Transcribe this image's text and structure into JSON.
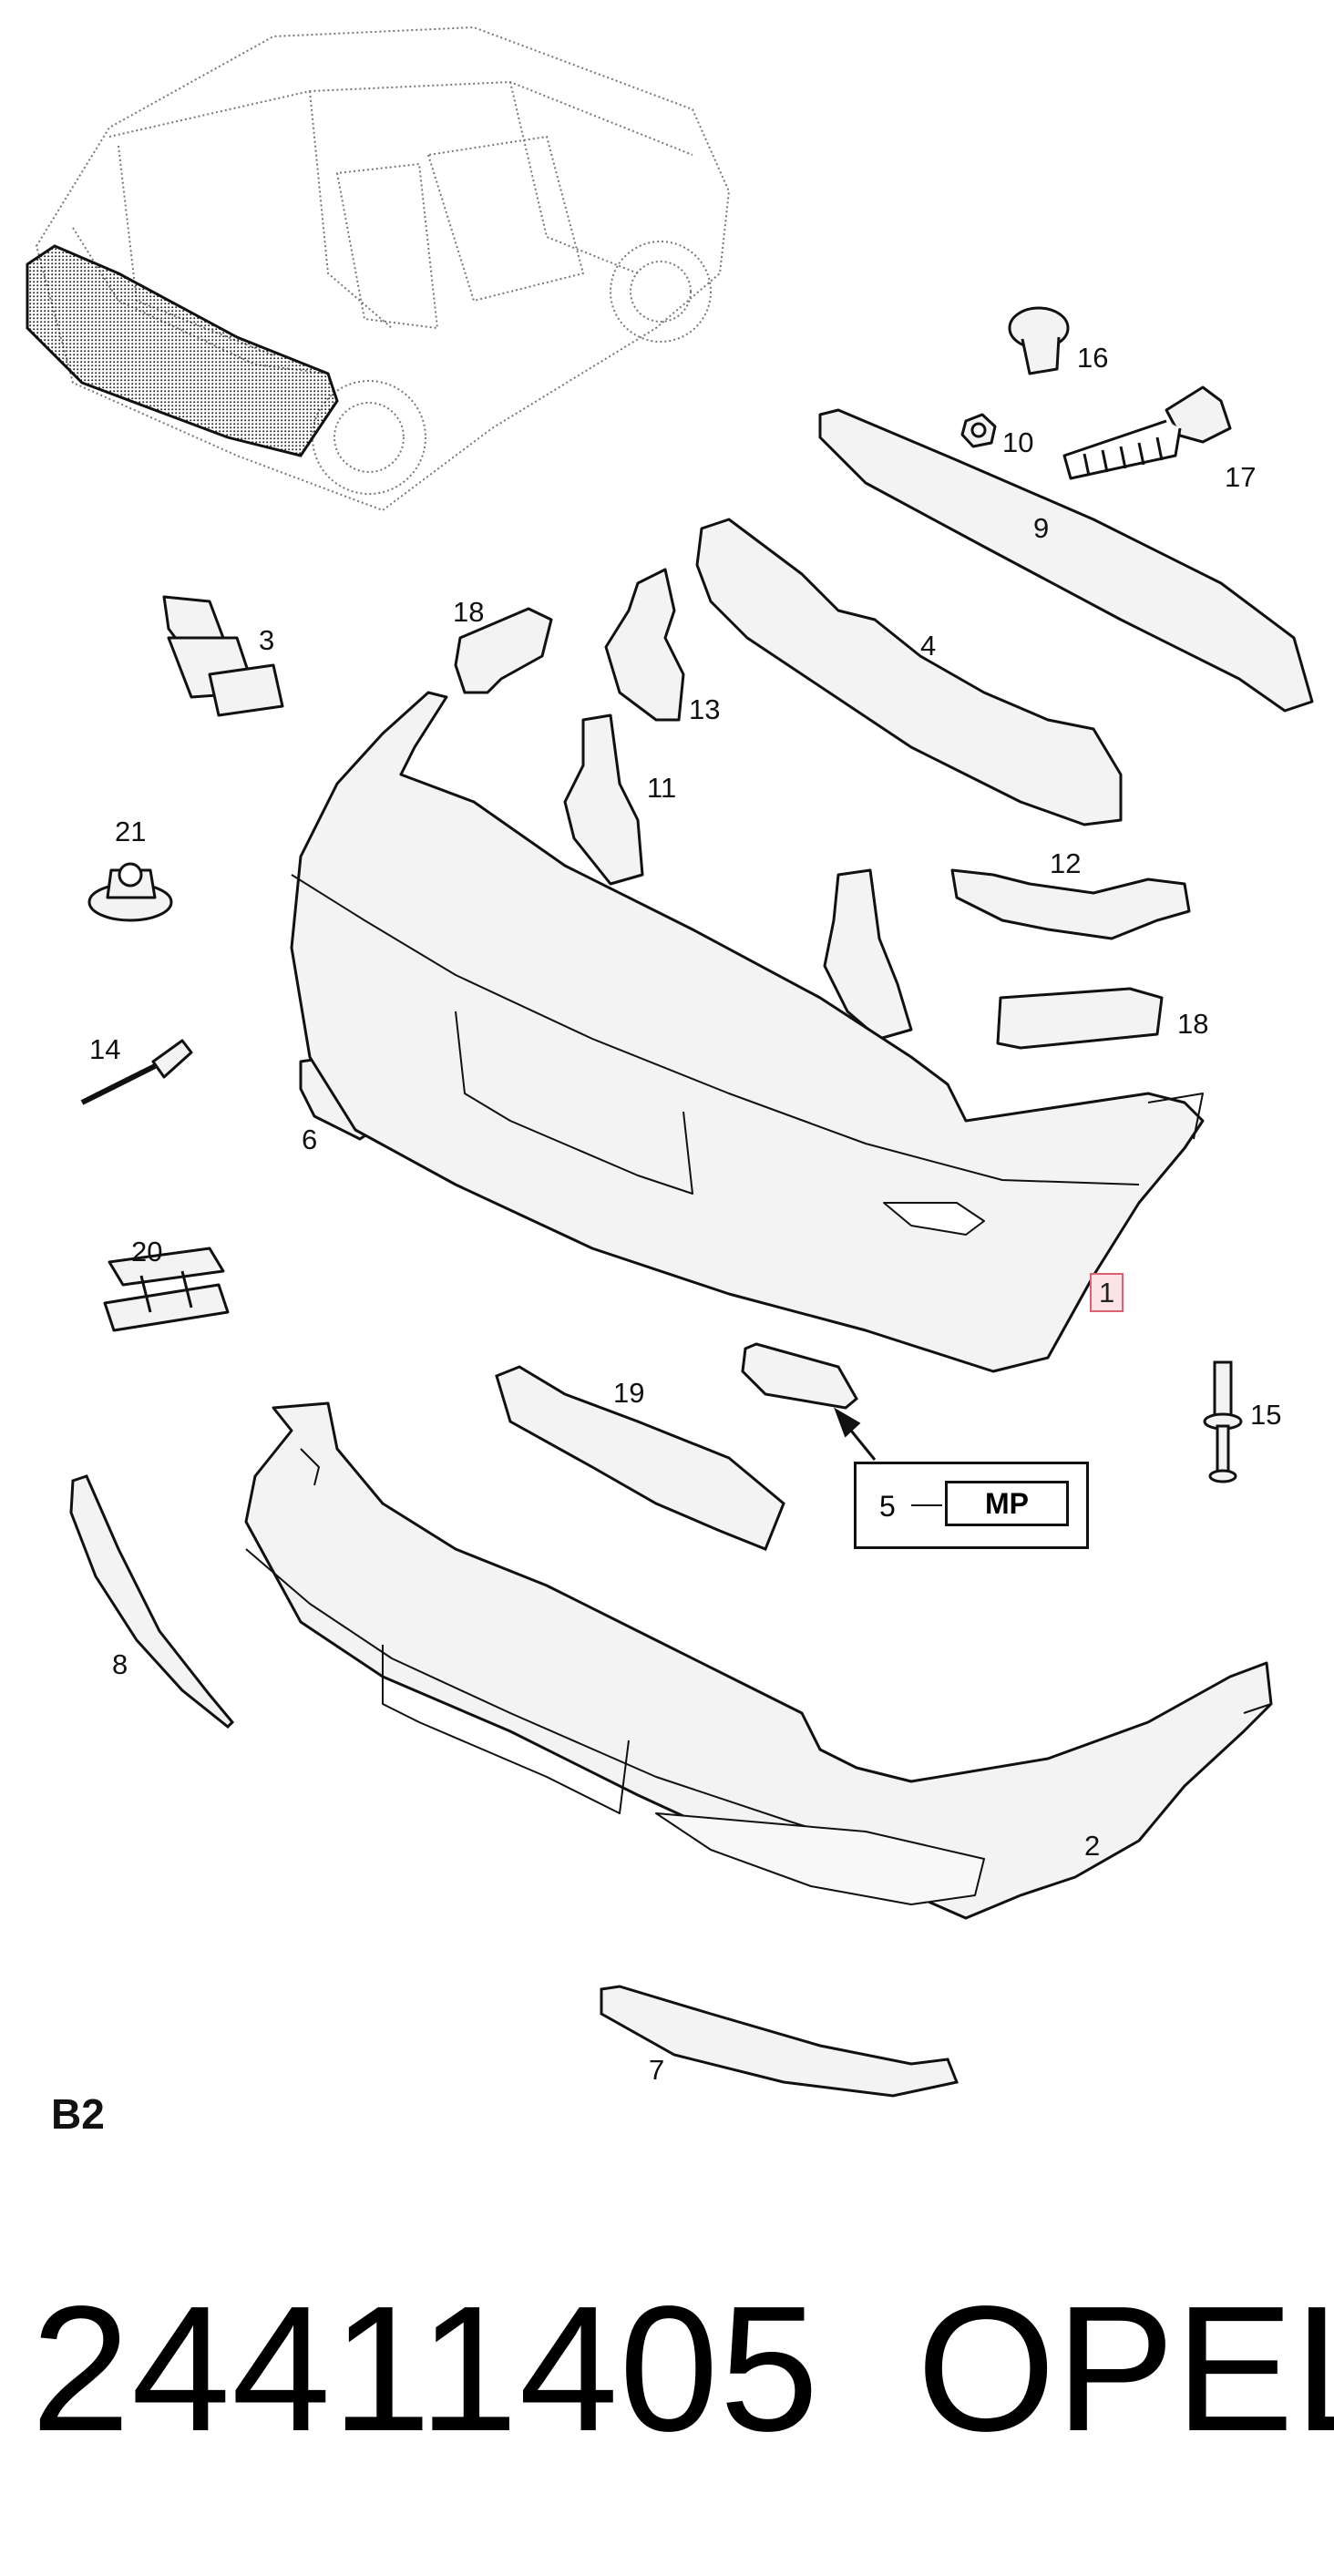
{
  "diagram": {
    "callouts": [
      {
        "id": "c1",
        "text": "1",
        "highlighted": true
      },
      {
        "id": "c2",
        "text": "2"
      },
      {
        "id": "c3",
        "text": "3"
      },
      {
        "id": "c4",
        "text": "4"
      },
      {
        "id": "c6",
        "text": "6"
      },
      {
        "id": "c7",
        "text": "7"
      },
      {
        "id": "c8",
        "text": "8"
      },
      {
        "id": "c9",
        "text": "9"
      },
      {
        "id": "c10",
        "text": "10"
      },
      {
        "id": "c11",
        "text": "11"
      },
      {
        "id": "c12",
        "text": "12"
      },
      {
        "id": "c13",
        "text": "13"
      },
      {
        "id": "c14",
        "text": "14"
      },
      {
        "id": "c15",
        "text": "15"
      },
      {
        "id": "c16",
        "text": "16"
      },
      {
        "id": "c17",
        "text": "17"
      },
      {
        "id": "c18a",
        "text": "18"
      },
      {
        "id": "c18b",
        "text": "18"
      },
      {
        "id": "c19",
        "text": "19"
      },
      {
        "id": "c20",
        "text": "20"
      },
      {
        "id": "c21",
        "text": "21"
      }
    ],
    "mp_box": {
      "number": "5",
      "label": "MP"
    },
    "page_code": "B2"
  },
  "footer": {
    "part_number": "24411405",
    "brand": "OPEL"
  },
  "colors": {
    "line": "#111111",
    "highlight_border": "#e06070",
    "highlight_fill": "#fbe3e6",
    "part_fill": "#f0f0f0"
  }
}
